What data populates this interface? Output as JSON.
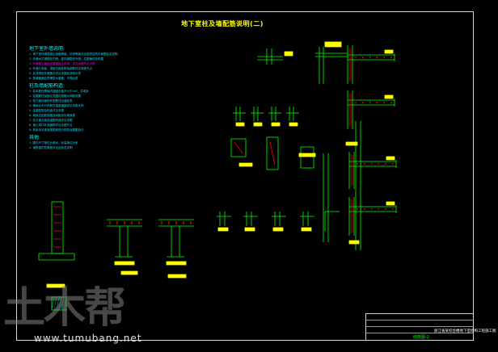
{
  "drawing": {
    "title": "地下室柱及墙配筋说明(二)"
  },
  "notes": {
    "sections": [
      {
        "heading": "地下室外墙说明:",
        "lines": [
          "1. 地下室外墙混凝土强度等级、抗渗等级详见各层结构平面图及总说明",
          "2. 外墙水平钢筋在内侧、竖向钢筋在外侧，拉筋梅花形布置",
          "3. 外墙施工缝处设置钢板止水带，详见本图节点大样",
          "4. 外墙与底板、顶板交接处附加钢筋详见本图节点",
          "5. 后浇带处外墙做法详见本图后浇带大样",
          "6. 穿墙管道处预埋防水套管，不得后凿"
        ]
      },
      {
        "heading": "柱及墙配筋构造:",
        "lines": [
          "1. 柱纵筋在基础内锚固长度不小于LaE，并弯折",
          "2. 柱箍筋在加密区范围内按图示间距设置",
          "3. 剪力墙边缘构件配筋详见墙柱表",
          "4. 墙体水平分布筋在端部锚固详见本图大样",
          "5. 连梁配筋及构造详见本图",
          "6. 墙身拉结筋规格及间距详见墙身表",
          "7. 柱与墙交接处钢筋构造详见本图",
          "8. 墙上洞口补强钢筋详见本图节点",
          "9. 其余未尽事宜按国家现行规范及图集执行"
        ]
      },
      {
        "heading": "其他:",
        "lines": [
          "1. 图中尺寸单位为毫米，标高单位为米",
          "2. 钢筋保护层厚度详见结构总说明"
        ]
      }
    ]
  },
  "title_block": {
    "project": "浙江省某综合楼地下室结构工程施工图",
    "sheet_name": "结施图-2",
    "rows": [
      "",
      "",
      "",
      ""
    ]
  },
  "watermark": {
    "chars": "土木帮",
    "url": "www.tumubang.net"
  },
  "colors": {
    "background": "#000000",
    "frame": "#d9d9d9",
    "detail_lines": "#00ff00",
    "notes_text": "#00e0ff",
    "highlight": "#ff00ff",
    "labels": "#ffff00",
    "rebar": "#ff0000"
  }
}
